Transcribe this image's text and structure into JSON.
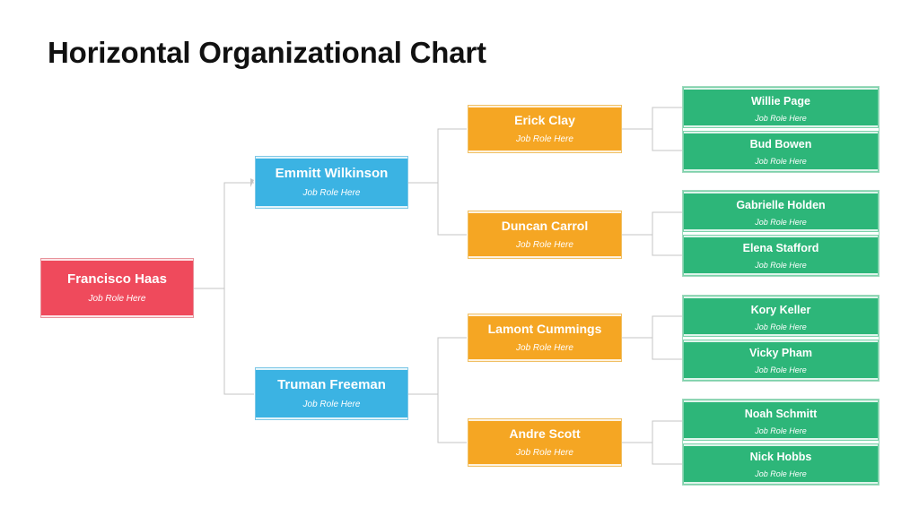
{
  "title": "Horizontal Organizational Chart",
  "colors": {
    "root": "#ef4a5c",
    "level1": "#3bb3e3",
    "level2": "#f5a623",
    "level3": "#2db679",
    "connector": "#bdbdbd"
  },
  "org": {
    "root": {
      "name": "Francisco Haas",
      "role": "Job Role  Here"
    },
    "level1": [
      {
        "name": "Emmitt Wilkinson",
        "role": "Job Role  Here"
      },
      {
        "name": "Truman Freeman",
        "role": "Job Role  Here"
      }
    ],
    "level2": [
      {
        "name": "Erick Clay",
        "role": "Job Role Here"
      },
      {
        "name": "Duncan Carrol",
        "role": "Job Role Here"
      },
      {
        "name": "Lamont Cummings",
        "role": "Job Role Here"
      },
      {
        "name": "Andre Scott",
        "role": "Job Role Here"
      }
    ],
    "level3": [
      {
        "name": "Willie Page",
        "role": "Job Role Here"
      },
      {
        "name": "Bud Bowen",
        "role": "Job Role Here"
      },
      {
        "name": "Gabrielle Holden",
        "role": "Job Role Here"
      },
      {
        "name": "Elena Stafford",
        "role": "Job Role Here"
      },
      {
        "name": "Kory Keller",
        "role": "Job Role Here"
      },
      {
        "name": "Vicky Pham",
        "role": "Job Role Here"
      },
      {
        "name": "Noah Schmitt",
        "role": "Job Role Here"
      },
      {
        "name": "Nick Hobbs",
        "role": "Job Role Here"
      }
    ]
  }
}
